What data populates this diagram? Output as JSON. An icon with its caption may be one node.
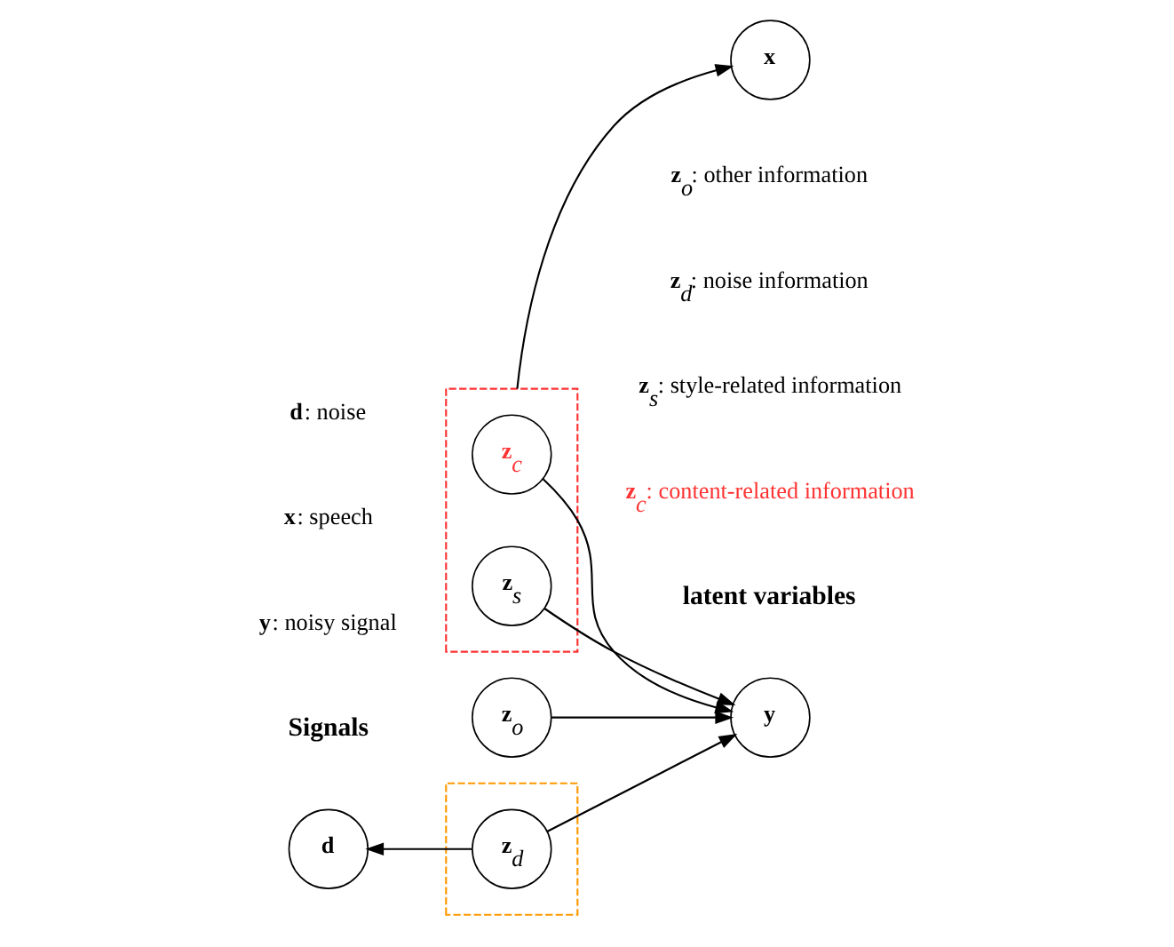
{
  "diagram": {
    "nodes": [
      {
        "text": [
          "**z**$_{o}$"
        ]
      },
      {
        "text": [
          "**d**"
        ]
      },
      {
        "text": [],
        "shape": "box"
      },
      {
        "text": [
          "**z**$_{d}$"
        ],
        "in": 2
      },
      {
        "text": [
          "**y**"
        ]
      },
      {
        "text": [],
        "shape": "box"
      },
      {
        "text": [
          "**z**$_{c}$"
        ],
        "in": 5
      },
      {
        "text": [
          "**z**$_{s}$"
        ],
        "in": 5
      },
      {
        "text": [
          "**x**"
        ]
      }
    ],
    "edges": [
      {
        "from": 3,
        "to": 1,
        "arrow": "to"
      },
      {
        "from": 3,
        "to": 4,
        "arrow": "to"
      },
      {
        "from": 0,
        "to": 4,
        "arrow": "to"
      },
      {
        "from": 6,
        "to": 4,
        "arrow": "to"
      },
      {
        "from": 7,
        "to": 4,
        "arrow": "to"
      },
      {
        "from": 5,
        "to": 8,
        "arrow": "to"
      }
    ],
    "labels": [
      "Signals",
      "**y**: noisy signal",
      "**x**: speech",
      "**d**: noise",
      "latent variables",
      "**z**$_{c}$: content-related information",
      "**z**$_{s}$: style-related information",
      "**z**$_{d}$: noise information",
      "**z**$_{o}$: other information"
    ]
  }
}
